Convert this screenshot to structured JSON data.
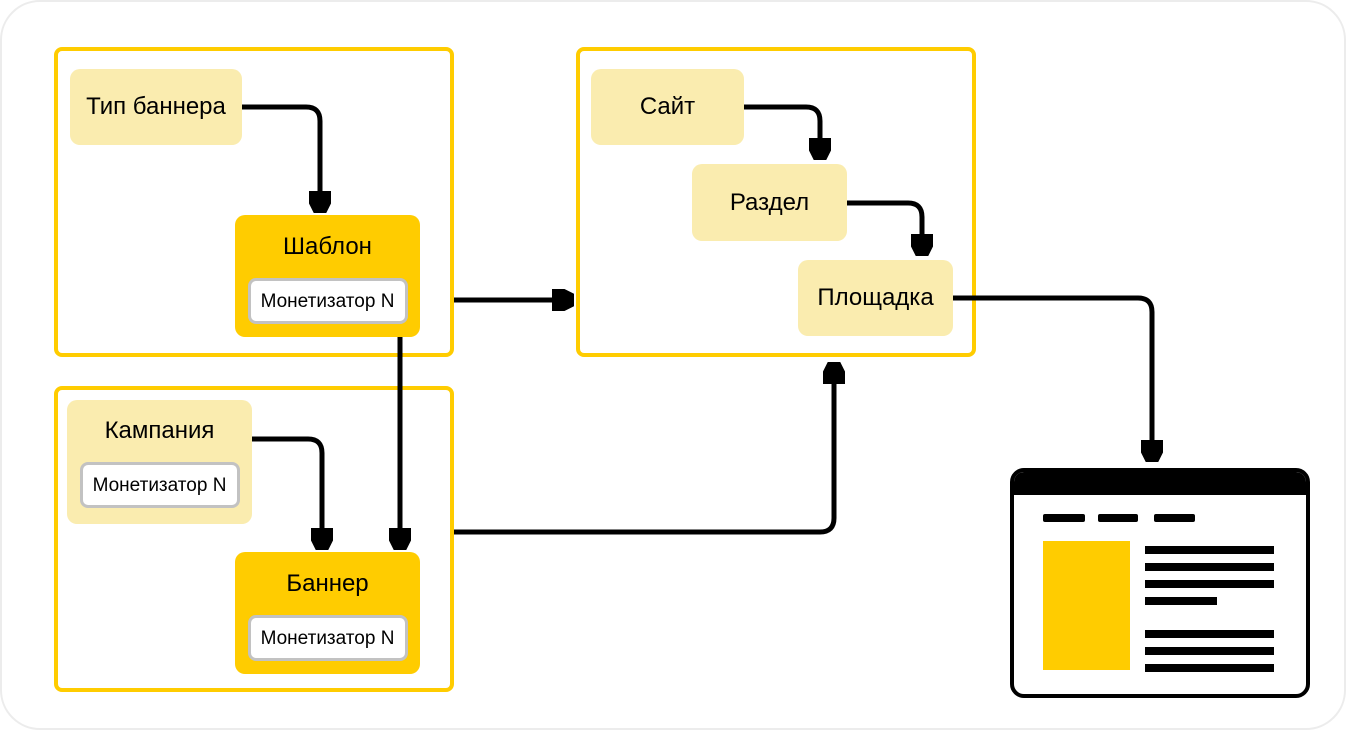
{
  "colors": {
    "accent-yellow": "#FFCC00",
    "pale-yellow": "#FAECAF",
    "chip-border": "#C2C2C2",
    "line-black": "#000000"
  },
  "nodes": {
    "banner_type": "Тип баннера",
    "template": "Шаблон",
    "monetizer": "Монетизатор N",
    "campaign": "Кампания",
    "banner": "Баннер",
    "site": "Сайт",
    "section": "Раздел",
    "placement": "Площадка"
  },
  "icons": {
    "browser": "browser-page-with-ad-icon",
    "arrow": "black-elbow-arrow"
  }
}
